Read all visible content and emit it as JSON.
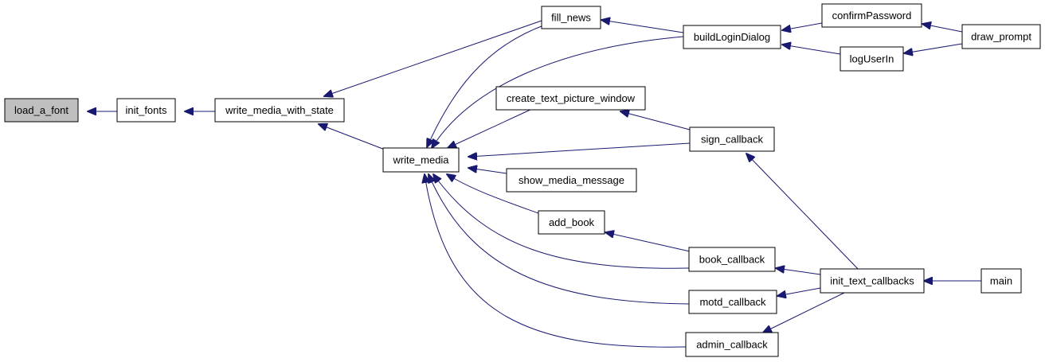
{
  "colors": {
    "edge": "#191970",
    "node_fill": "#ffffff",
    "node_border": "#000000",
    "highlight_fill": "#bfbfbf"
  },
  "nodes": {
    "load_a_font": {
      "label": "load_a_font",
      "highlighted": true
    },
    "init_fonts": {
      "label": "init_fonts"
    },
    "write_media_with_state": {
      "label": "write_media_with_state"
    },
    "write_media": {
      "label": "write_media"
    },
    "fill_news": {
      "label": "fill_news"
    },
    "buildLoginDialog": {
      "label": "buildLoginDialog"
    },
    "confirmPassword": {
      "label": "confirmPassword"
    },
    "logUserIn": {
      "label": "logUserIn"
    },
    "draw_prompt": {
      "label": "draw_prompt"
    },
    "create_text_picture_window": {
      "label": "create_text_picture_window"
    },
    "sign_callback": {
      "label": "sign_callback"
    },
    "show_media_message": {
      "label": "show_media_message"
    },
    "add_book": {
      "label": "add_book"
    },
    "book_callback": {
      "label": "book_callback"
    },
    "motd_callback": {
      "label": "motd_callback"
    },
    "admin_callback": {
      "label": "admin_callback"
    },
    "init_text_callbacks": {
      "label": "init_text_callbacks"
    },
    "main": {
      "label": "main"
    }
  },
  "edges": [
    {
      "from": "init_fonts",
      "to": "load_a_font"
    },
    {
      "from": "write_media_with_state",
      "to": "init_fonts"
    },
    {
      "from": "fill_news",
      "to": "write_media_with_state"
    },
    {
      "from": "write_media",
      "to": "write_media_with_state"
    },
    {
      "from": "fill_news",
      "to": "write_media"
    },
    {
      "from": "buildLoginDialog",
      "to": "write_media"
    },
    {
      "from": "create_text_picture_window",
      "to": "write_media"
    },
    {
      "from": "sign_callback",
      "to": "write_media"
    },
    {
      "from": "show_media_message",
      "to": "write_media"
    },
    {
      "from": "add_book",
      "to": "write_media"
    },
    {
      "from": "book_callback",
      "to": "write_media"
    },
    {
      "from": "motd_callback",
      "to": "write_media"
    },
    {
      "from": "admin_callback",
      "to": "write_media"
    },
    {
      "from": "buildLoginDialog",
      "to": "fill_news"
    },
    {
      "from": "confirmPassword",
      "to": "buildLoginDialog"
    },
    {
      "from": "logUserIn",
      "to": "buildLoginDialog"
    },
    {
      "from": "draw_prompt",
      "to": "confirmPassword"
    },
    {
      "from": "draw_prompt",
      "to": "logUserIn"
    },
    {
      "from": "sign_callback",
      "to": "create_text_picture_window"
    },
    {
      "from": "init_text_callbacks",
      "to": "sign_callback"
    },
    {
      "from": "book_callback",
      "to": "add_book"
    },
    {
      "from": "init_text_callbacks",
      "to": "book_callback"
    },
    {
      "from": "init_text_callbacks",
      "to": "motd_callback"
    },
    {
      "from": "init_text_callbacks",
      "to": "admin_callback"
    },
    {
      "from": "main",
      "to": "init_text_callbacks"
    }
  ]
}
